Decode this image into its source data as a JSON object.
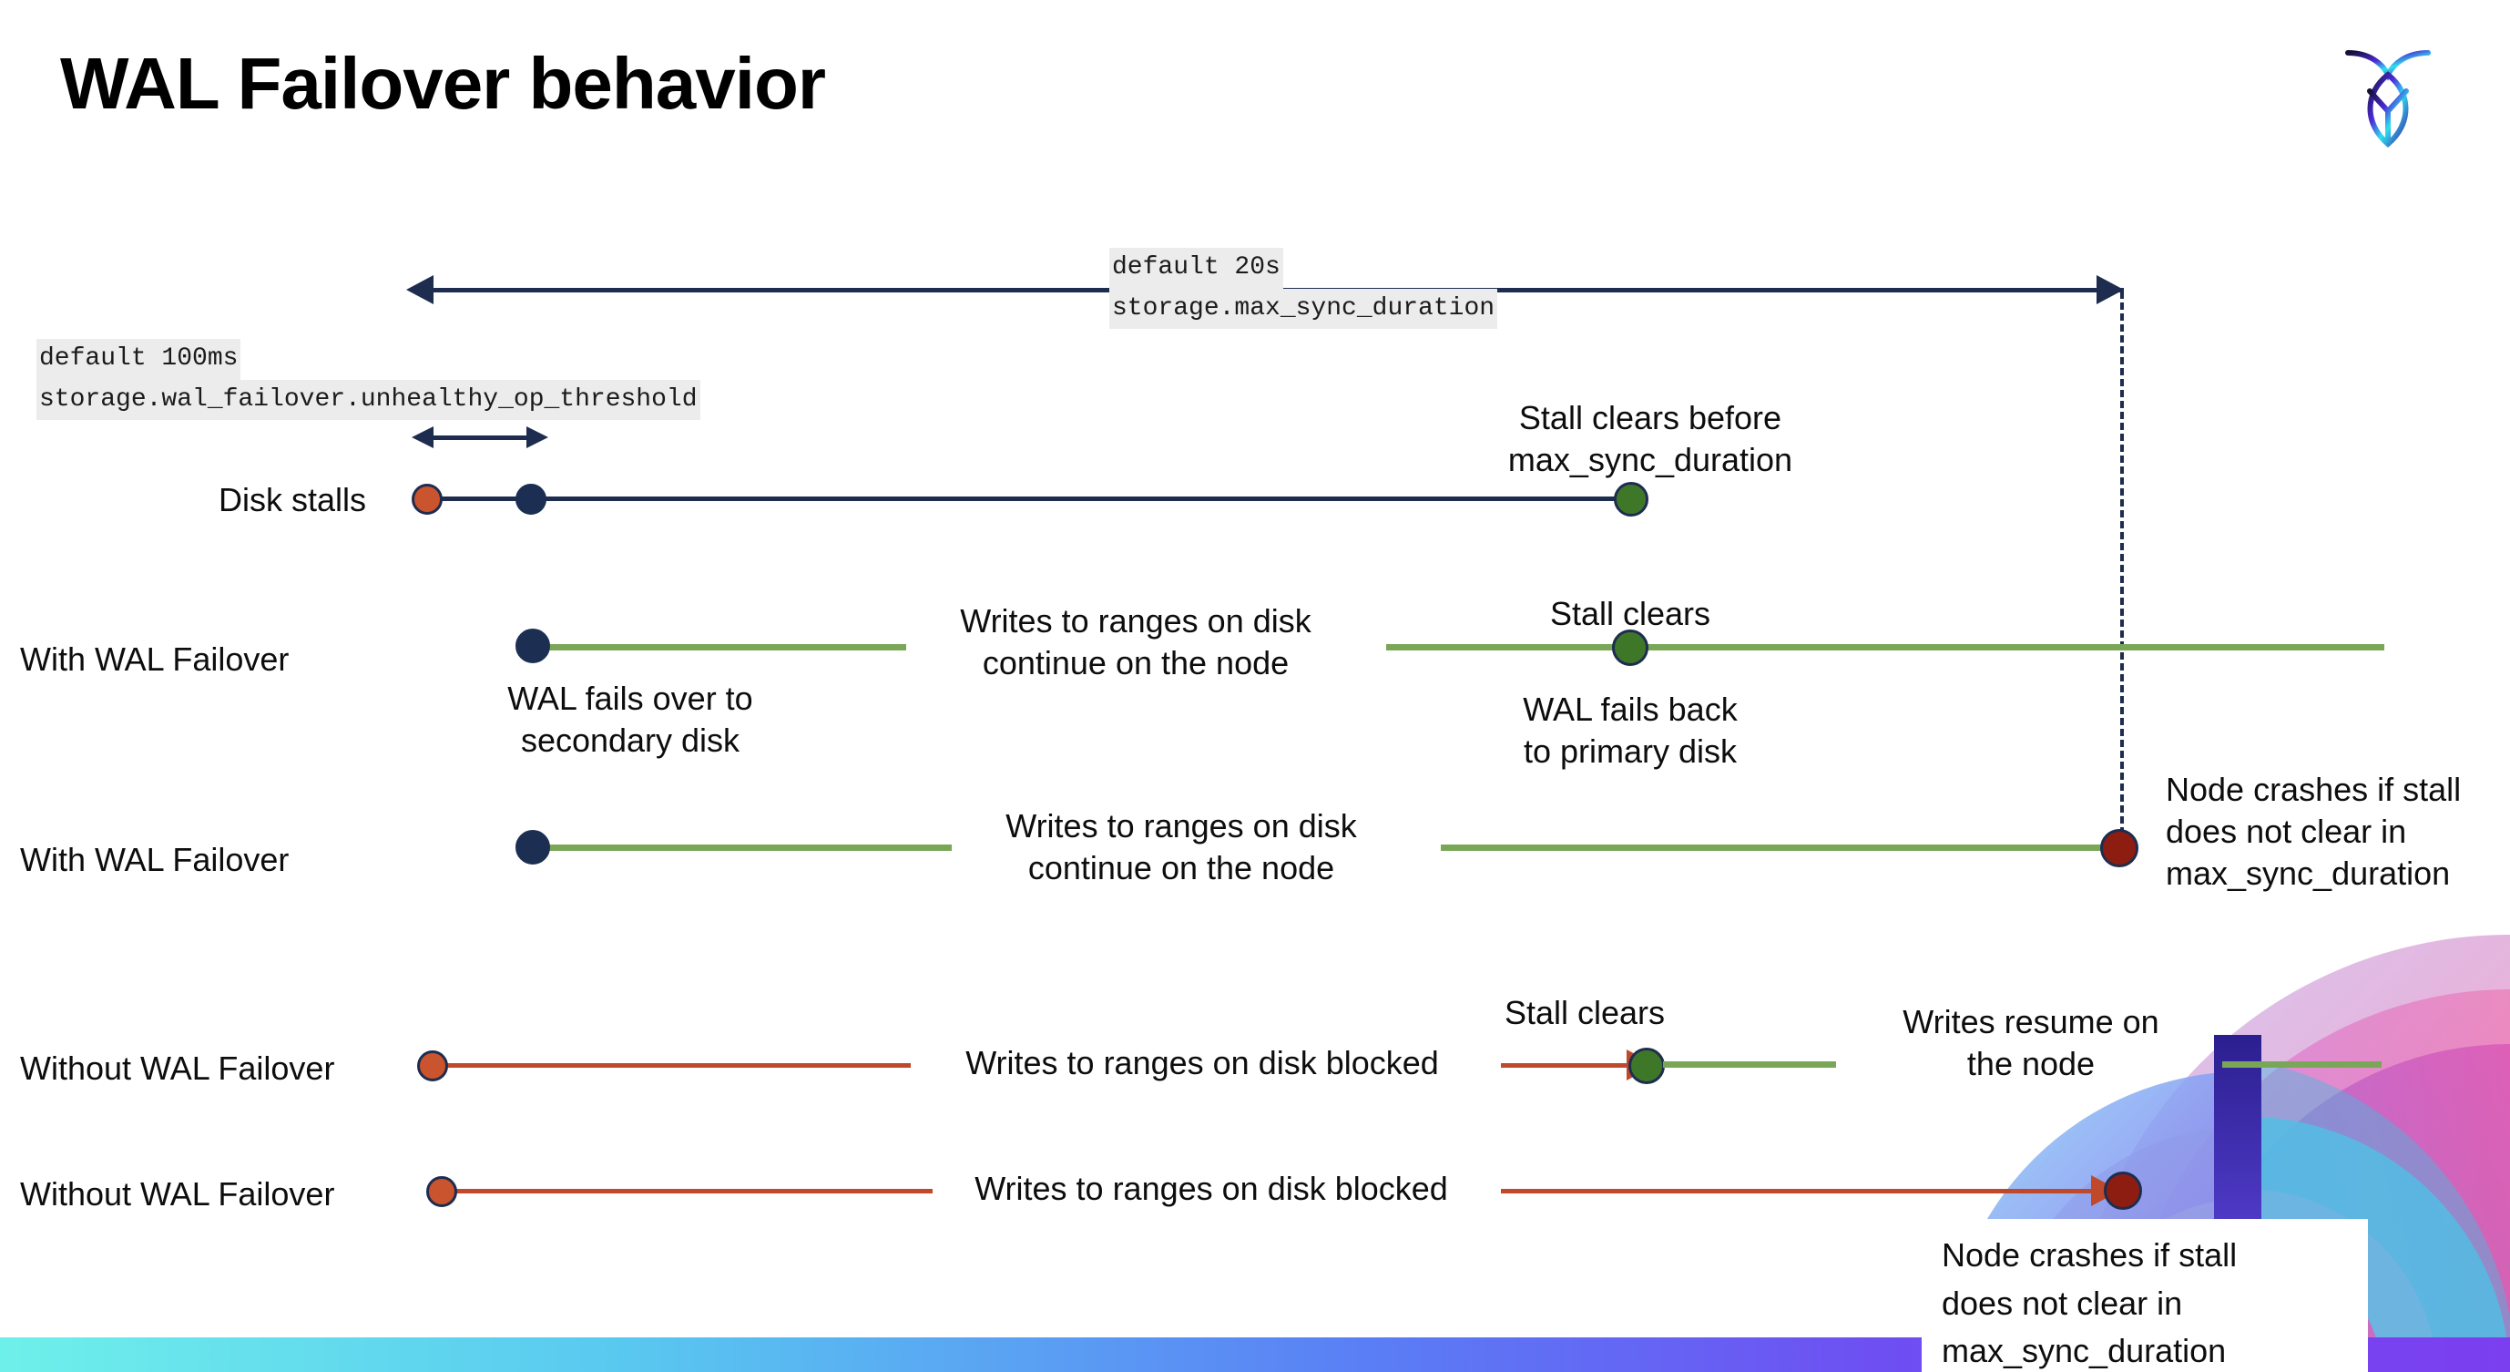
{
  "slide": {
    "title": "WAL Failover behavior",
    "logo_name": "cockroachdb-logo"
  },
  "colors": {
    "navy": "#1e2d4f",
    "green_line": "#7aa757",
    "green_dot": "#3f7729",
    "red_line": "#c0492c",
    "orange_dot": "#c9542e",
    "dark_red_dot": "#8d1d11",
    "code_bg": "#ececec"
  },
  "annotations": {
    "max_sync": {
      "default": "default 20s",
      "setting": "storage.max_sync_duration"
    },
    "unhealthy_op": {
      "default": "default 100ms",
      "setting": "storage.wal_failover.unhealthy_op_threshold"
    }
  },
  "rows": [
    {
      "label": "Disk stalls",
      "notes": [
        {
          "text": "Stall clears before"
        },
        {
          "text": "max_sync_duration"
        }
      ]
    },
    {
      "label": "With WAL Failover",
      "notes": [
        {
          "text": "WAL fails over to"
        },
        {
          "text": "secondary disk"
        },
        {
          "text": "Writes to ranges on disk"
        },
        {
          "text": "continue on the node"
        },
        {
          "text": "Stall clears"
        },
        {
          "text": "WAL fails  back"
        },
        {
          "text": "to primary disk"
        }
      ]
    },
    {
      "label": "With WAL Failover",
      "notes": [
        {
          "text": "Writes to ranges on disk"
        },
        {
          "text": "continue on the node"
        },
        {
          "text": "Node crashes if stall"
        },
        {
          "text": "does not clear in"
        },
        {
          "text": "max_sync_duration"
        }
      ]
    },
    {
      "label": "Without WAL Failover",
      "notes": [
        {
          "text": "Writes to ranges on disk  blocked"
        },
        {
          "text": "Stall clears"
        },
        {
          "text": "Writes resume on"
        },
        {
          "text": "the node"
        }
      ]
    },
    {
      "label": "Without WAL Failover",
      "notes": [
        {
          "text": "Writes to ranges on disk  blocked"
        },
        {
          "text": "Node crashes if stall"
        },
        {
          "text": "does not clear in"
        },
        {
          "text": "max_sync_duration"
        }
      ]
    }
  ],
  "diagram_data": {
    "type": "timeline-diagram",
    "description": "Five parallel timelines comparing CockroachDB node behavior during disk stalls with and without WAL failover enabled.",
    "scale_markers": [
      {
        "name": "storage.wal_failover.unhealthy_op_threshold",
        "value": "100ms",
        "span": "short double-headed arrow near start of timeline"
      },
      {
        "name": "storage.max_sync_duration",
        "value": "20s",
        "span": "full-width double-headed arrow across top"
      }
    ],
    "events": [
      {
        "row": "Disk stalls",
        "marker": "stall-start",
        "color": "#c9542e",
        "position_pct": 11
      },
      {
        "row": "Disk stalls",
        "marker": "threshold-reached",
        "color": "#1c2f52",
        "position_pct": 13.5
      },
      {
        "row": "Disk stalls",
        "marker": "stall-clears",
        "color": "#3f7729",
        "position_pct": 43
      },
      {
        "row": "With WAL Failover (clears)",
        "marker": "wal-fails-over",
        "color": "#1c2f52",
        "position_pct": 13.5
      },
      {
        "row": "With WAL Failover (clears)",
        "marker": "wal-fails-back",
        "color": "#3f7729",
        "position_pct": 43
      },
      {
        "row": "With WAL Failover (crash)",
        "marker": "wal-fails-over",
        "color": "#1c2f52",
        "position_pct": 13.5
      },
      {
        "row": "With WAL Failover (crash)",
        "marker": "node-crashes",
        "color": "#8d1d11",
        "position_pct": 56
      },
      {
        "row": "Without WAL Failover (clears)",
        "marker": "writes-blocked",
        "color": "#c9542e",
        "position_pct": 11
      },
      {
        "row": "Without WAL Failover (clears)",
        "marker": "stall-clears",
        "color": "#3f7729",
        "position_pct": 43
      },
      {
        "row": "Without WAL Failover (crash)",
        "marker": "writes-blocked",
        "color": "#c9542e",
        "position_pct": 11
      },
      {
        "row": "Without WAL Failover (crash)",
        "marker": "node-crashes",
        "color": "#8d1d11",
        "position_pct": 56
      }
    ]
  }
}
